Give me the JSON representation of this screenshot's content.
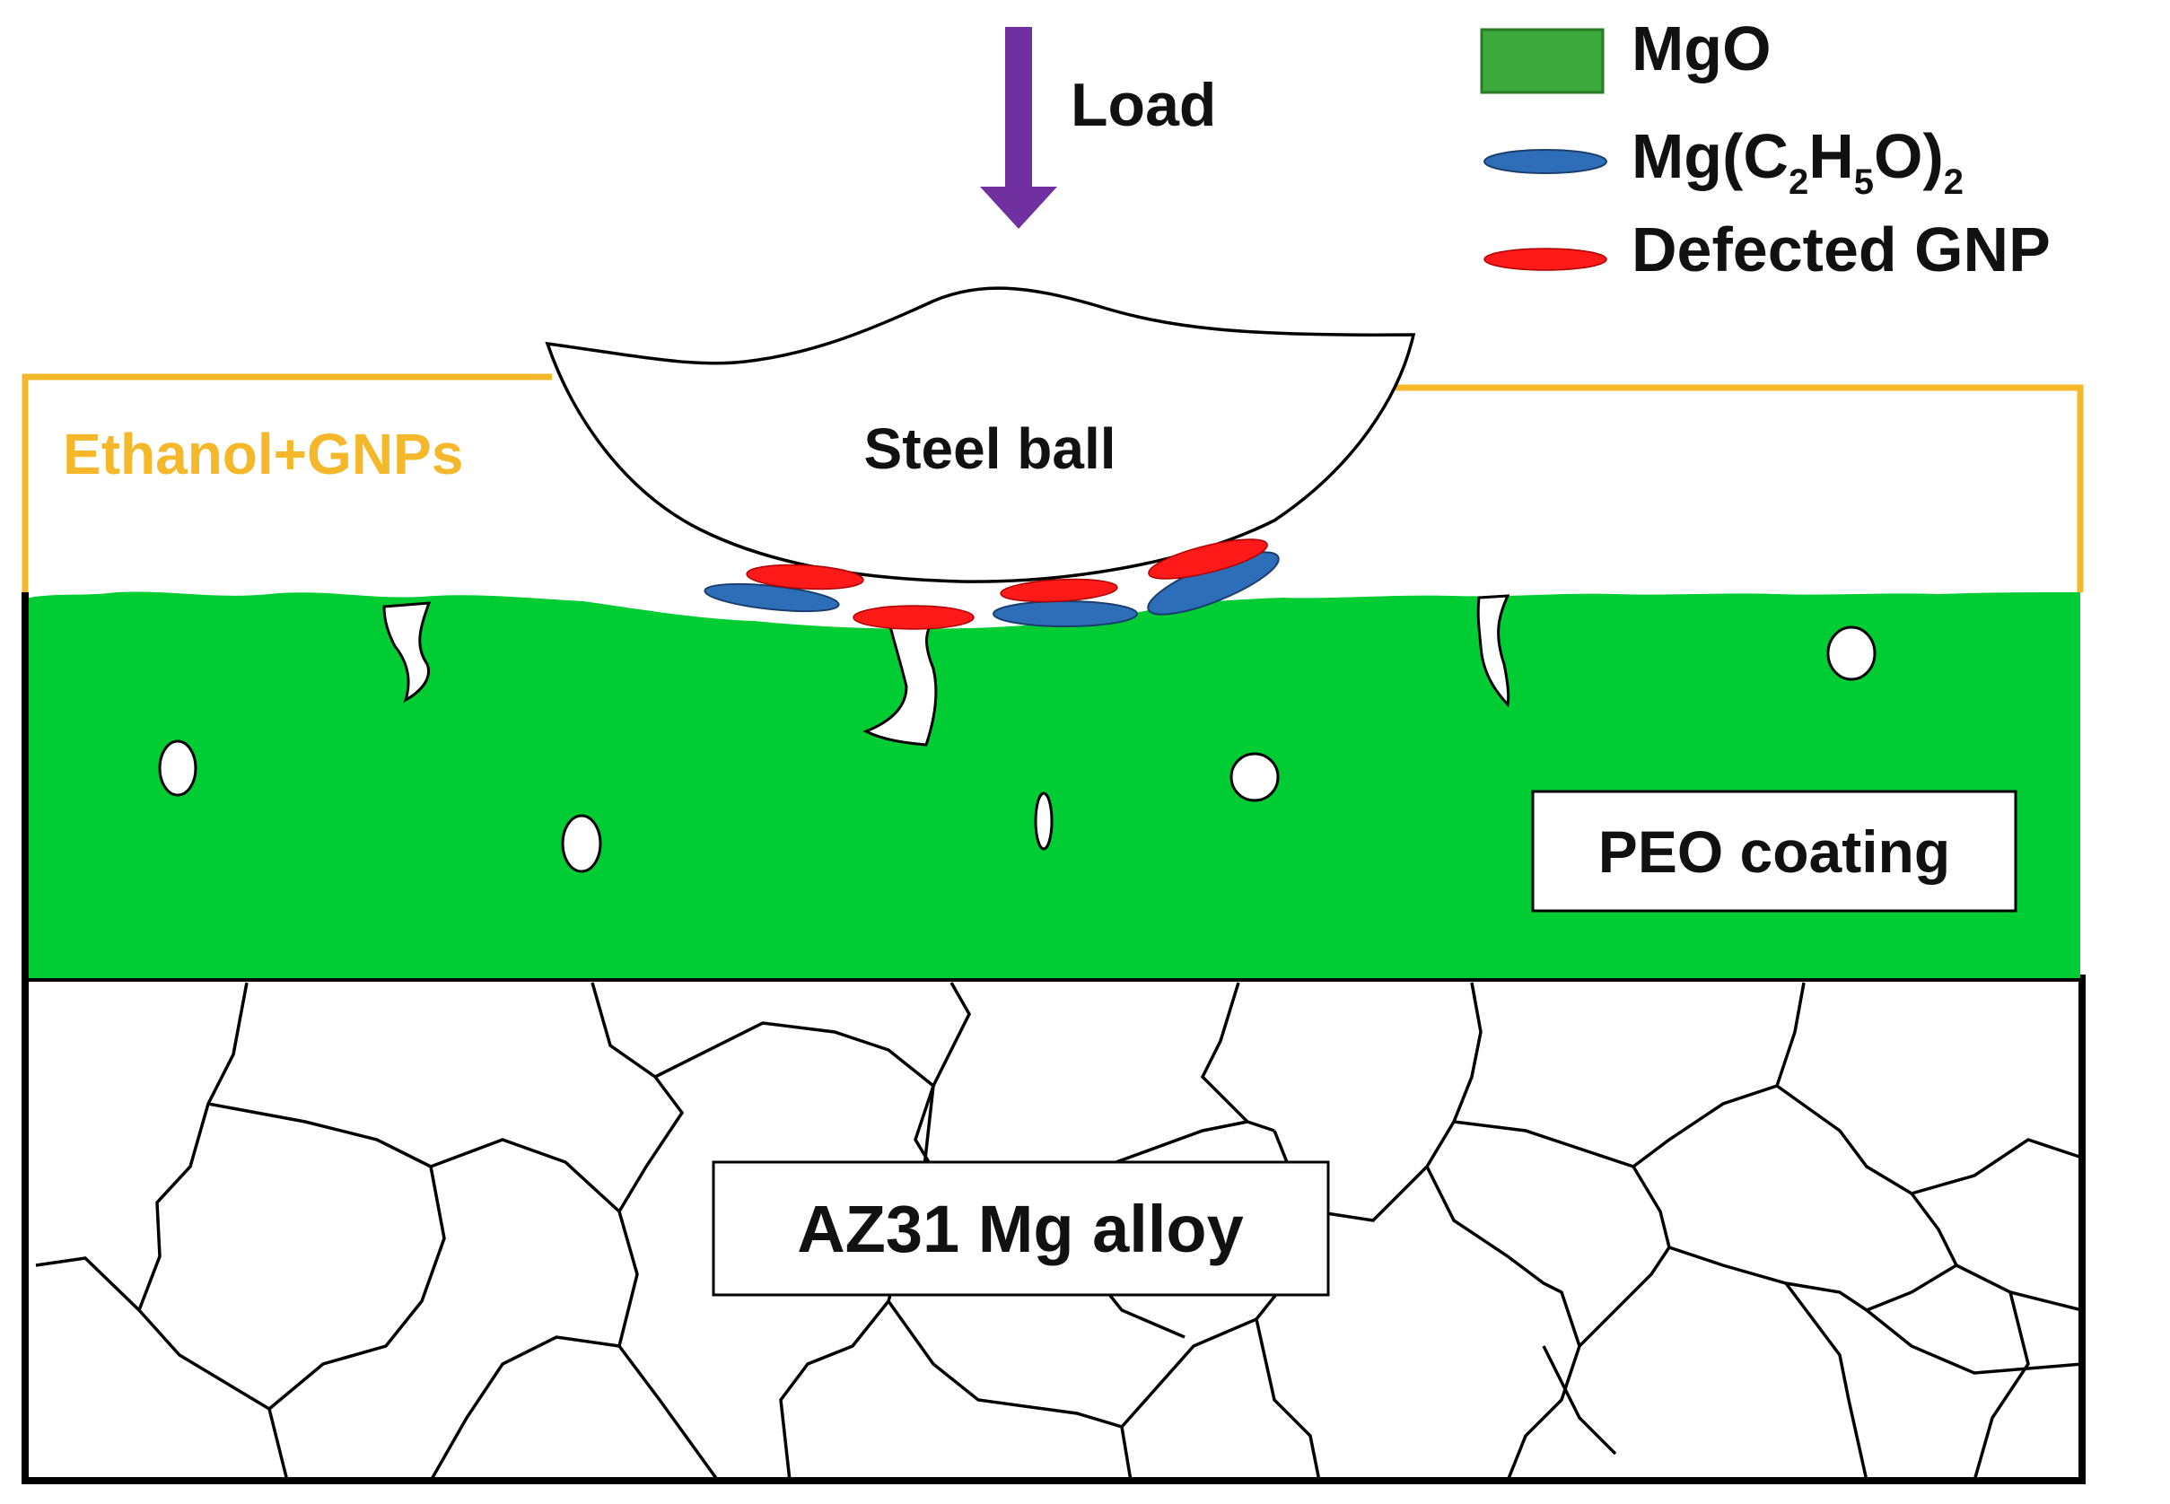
{
  "load": {
    "label": "Load"
  },
  "legend": {
    "mgo": "MgO",
    "ethoxide_prefix": "Mg(C",
    "ethoxide_sub1": "2",
    "ethoxide_mid1": "H",
    "ethoxide_sub2": "5",
    "ethoxide_mid2": "O)",
    "ethoxide_sub3": "2",
    "defected_gnp": "Defected GNP"
  },
  "lubricant": {
    "label": "Ethanol+GNPs"
  },
  "ball": {
    "label": "Steel ball"
  },
  "coating": {
    "label": "PEO coating"
  },
  "substrate": {
    "label": "AZ31 Mg alloy"
  },
  "colors": {
    "mgo_green": "#00cc33",
    "legend_green": "#3daa3d",
    "ethoxide_blue": "#2e6db8",
    "gnp_red": "#ff1a1a",
    "arrow_purple": "#7030a0",
    "lubricant_orange": "#f5b82a"
  }
}
